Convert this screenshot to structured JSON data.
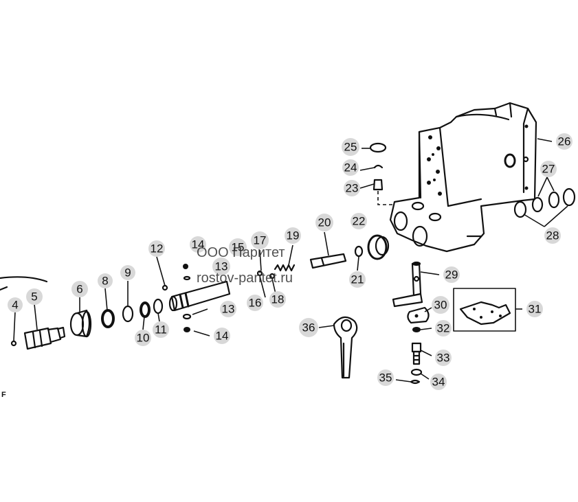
{
  "watermark": {
    "company": "ООО Паритет",
    "site": "rostov-paritet.ru"
  },
  "edge_mark": "F",
  "callouts": [
    {
      "id": "1",
      "label": "4"
    },
    {
      "id": "2",
      "label": "5"
    },
    {
      "id": "3",
      "label": "6"
    },
    {
      "id": "4",
      "label": "8"
    },
    {
      "id": "5",
      "label": "9"
    },
    {
      "id": "6",
      "label": "10"
    },
    {
      "id": "7",
      "label": "11"
    },
    {
      "id": "8",
      "label": "12"
    },
    {
      "id": "9",
      "label": "13"
    },
    {
      "id": "10",
      "label": "13"
    },
    {
      "id": "11",
      "label": "14"
    },
    {
      "id": "12",
      "label": "14"
    },
    {
      "id": "13",
      "label": "15"
    },
    {
      "id": "14",
      "label": "16"
    },
    {
      "id": "15",
      "label": "17"
    },
    {
      "id": "16",
      "label": "18"
    },
    {
      "id": "17",
      "label": "19"
    },
    {
      "id": "18",
      "label": "20"
    },
    {
      "id": "19",
      "label": "21"
    },
    {
      "id": "20",
      "label": "22"
    },
    {
      "id": "21",
      "label": "23"
    },
    {
      "id": "22",
      "label": "24"
    },
    {
      "id": "23",
      "label": "25"
    },
    {
      "id": "24",
      "label": "26"
    },
    {
      "id": "25",
      "label": "27"
    },
    {
      "id": "26",
      "label": "28"
    },
    {
      "id": "27",
      "label": "29"
    },
    {
      "id": "28",
      "label": "30"
    },
    {
      "id": "29",
      "label": "31"
    },
    {
      "id": "30",
      "label": "32"
    },
    {
      "id": "31",
      "label": "33"
    },
    {
      "id": "32",
      "label": "34"
    },
    {
      "id": "33",
      "label": "35"
    },
    {
      "id": "34",
      "label": "36"
    }
  ]
}
